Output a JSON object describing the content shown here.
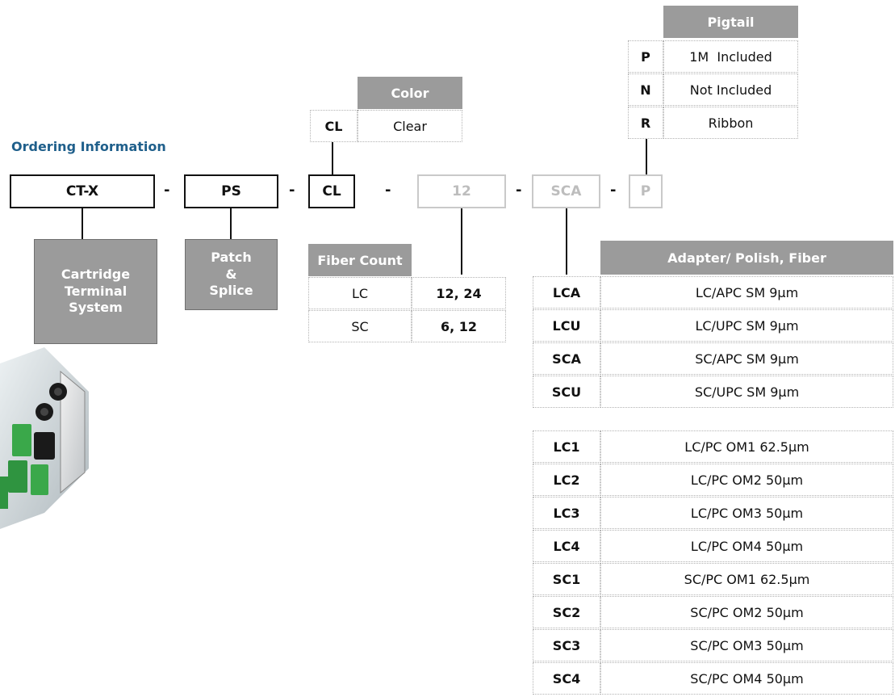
{
  "title": "Ordering Information",
  "codes": [
    {
      "code": "CT-X",
      "label": "Cartridge Terminal System"
    },
    {
      "code": "PS",
      "label": "Patch & Splice"
    },
    {
      "code": "CL"
    },
    {
      "code": "12"
    },
    {
      "code": "SCA"
    },
    {
      "code": "P"
    }
  ],
  "separator": "-",
  "color_table": {
    "header": "Color",
    "rows": [
      {
        "code": "CL",
        "value": "Clear"
      }
    ]
  },
  "pigtail_table": {
    "header": "Pigtail",
    "rows": [
      {
        "code": "P",
        "value": "1M  Included"
      },
      {
        "code": "N",
        "value": "Not Included"
      },
      {
        "code": "R",
        "value": "Ribbon"
      }
    ]
  },
  "fiber_count_table": {
    "header": "Fiber Count",
    "rows": [
      {
        "type": "LC",
        "counts": "12, 24"
      },
      {
        "type": "SC",
        "counts": "6, 12"
      }
    ]
  },
  "adapter_table": {
    "header": "Adapter/ Polish, Fiber",
    "group1": [
      {
        "code": "LCA",
        "value": "LC/APC SM 9μm"
      },
      {
        "code": "LCU",
        "value": "LC/UPC SM 9μm"
      },
      {
        "code": "SCA",
        "value": "SC/APC SM 9μm"
      },
      {
        "code": "SCU",
        "value": "SC/UPC SM 9μm"
      }
    ],
    "group2": [
      {
        "code": "LC1",
        "value": "LC/PC OM1 62.5μm"
      },
      {
        "code": "LC2",
        "value": "LC/PC OM2 50μm"
      },
      {
        "code": "LC3",
        "value": "LC/PC OM3 50μm"
      },
      {
        "code": "LC4",
        "value": "LC/PC OM4 50μm"
      },
      {
        "code": "SC1",
        "value": "SC/PC OM1 62.5μm"
      },
      {
        "code": "SC2",
        "value": "SC/PC OM2 50μm"
      },
      {
        "code": "SC3",
        "value": "SC/PC OM3 50μm"
      },
      {
        "code": "SC4",
        "value": "SC/PC OM4 50μm"
      }
    ]
  },
  "colors": {
    "title": "#1f5f8b",
    "header": "#9b9b9b",
    "ghost": "#bdbdbd",
    "connector": "#3aa84a"
  }
}
